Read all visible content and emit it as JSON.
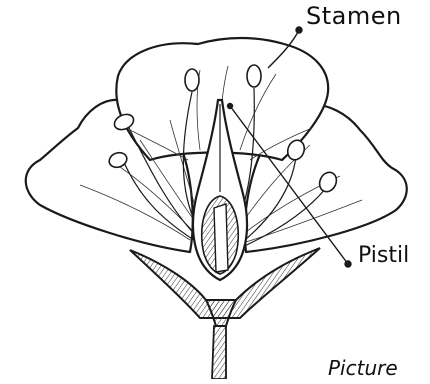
{
  "labels": {
    "stamen": "Stamen",
    "pistil": "Pistil",
    "caption": "Picture"
  },
  "colors": {
    "ink": "#1a1a1a",
    "background": "#ffffff"
  }
}
